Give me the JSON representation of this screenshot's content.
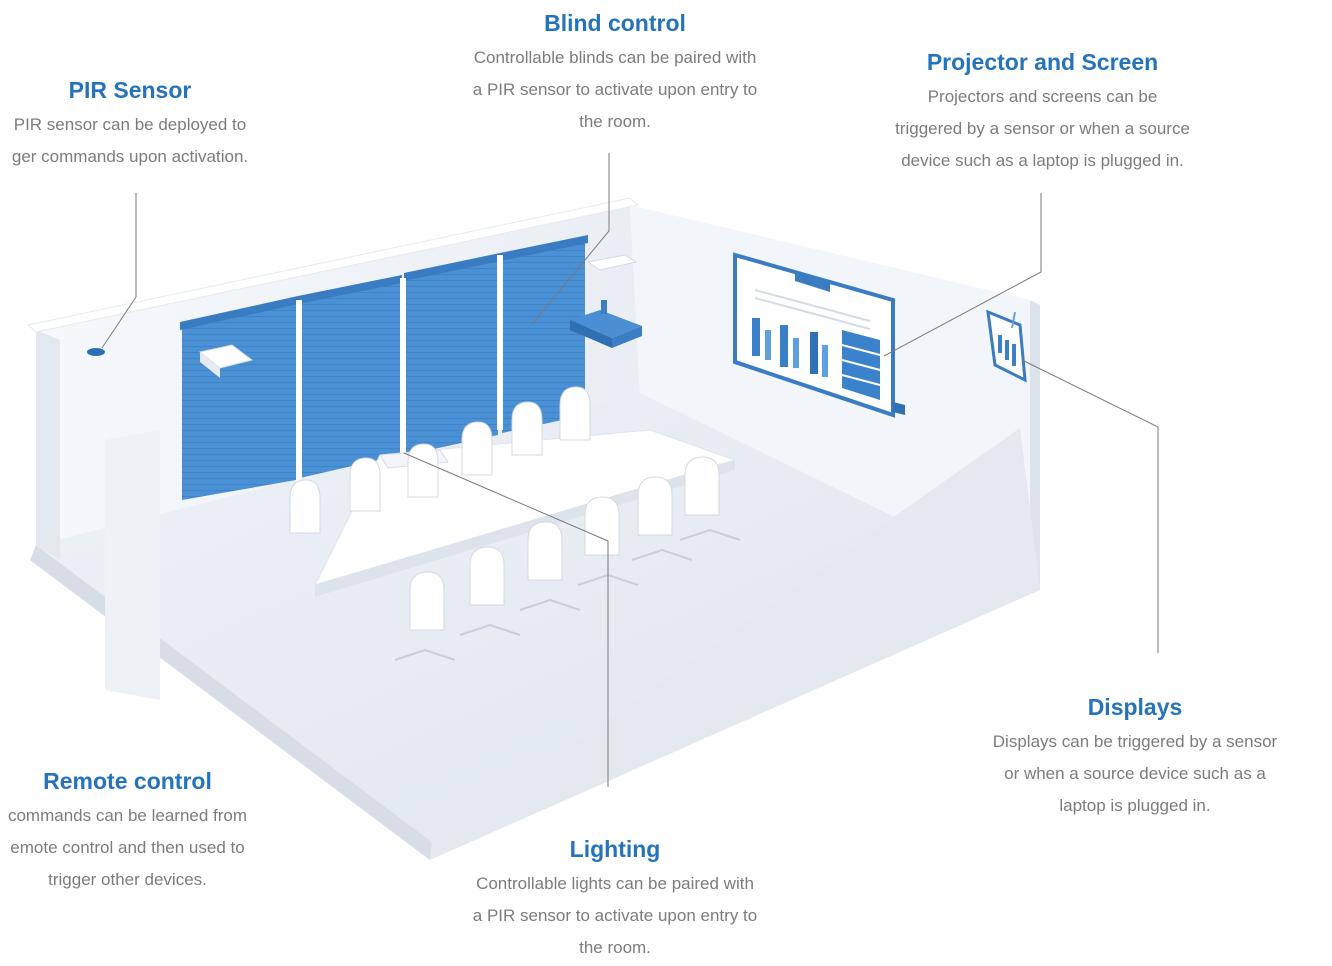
{
  "callouts": {
    "pir": {
      "title": "PIR Sensor",
      "lines": [
        "PIR sensor can be deployed to",
        "ger commands upon activation."
      ]
    },
    "blind": {
      "title": "Blind control",
      "lines": [
        "Controllable blinds can be paired with",
        "a PIR sensor to activate upon entry to",
        "the room."
      ]
    },
    "projector": {
      "title": "Projector and Screen",
      "lines": [
        "Projectors and screens can be",
        "triggered by a sensor or when a source",
        "device such as a laptop is plugged in."
      ]
    },
    "displays": {
      "title": "Displays",
      "lines": [
        "Displays can be triggered by a sensor",
        "or when a source device such as a",
        "laptop is plugged in."
      ]
    },
    "remote": {
      "title": "Remote control",
      "lines": [
        "commands can be learned from",
        "emote control and then used to",
        "trigger other devices."
      ]
    },
    "lighting": {
      "title": "Lighting",
      "lines": [
        "Controllable lights can be paired with",
        "a PIR sensor to activate upon entry to",
        "the room."
      ]
    }
  },
  "colors": {
    "accent": "#2574bb",
    "body_text": "#7c7c7c",
    "blind_blue": "#4a90d4",
    "room_floor": "#e6ebf2",
    "wall": "#f0f3f8"
  }
}
